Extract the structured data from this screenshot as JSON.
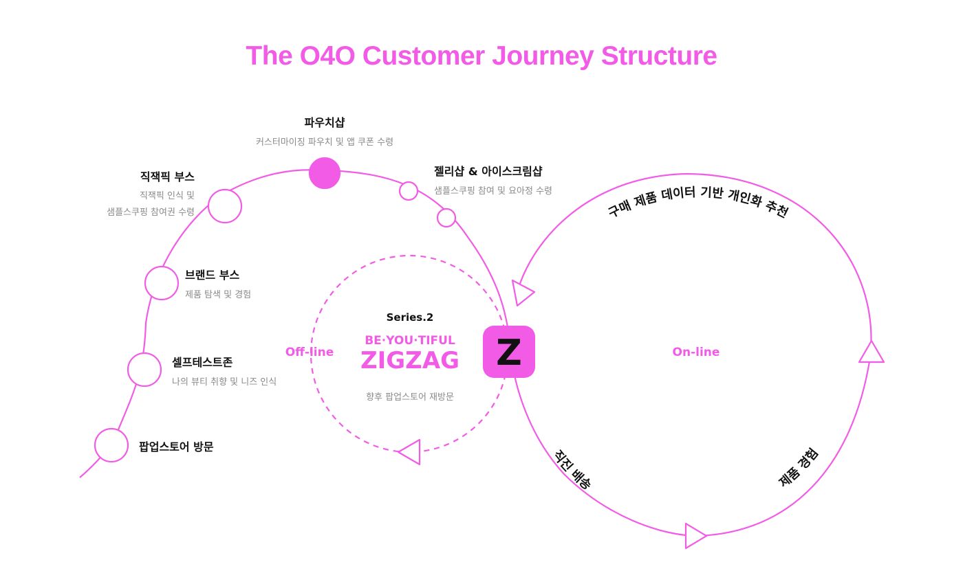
{
  "title": "The O4O Customer Journey Structure",
  "colors": {
    "accent": "#f25be6",
    "text": "#111111",
    "subtext": "#8a8a8a"
  },
  "nodes": {
    "popup_visit": {
      "title": "팝업스토어 방문"
    },
    "self_test": {
      "title": "셀프테스트존",
      "sub": "나의 뷰티 취향 및 니즈 인식"
    },
    "brand_booth": {
      "title": "브랜드 부스",
      "sub": "제품 탐색 및 경험"
    },
    "pick_booth": {
      "title": "직잭픽 부스",
      "sub_line1": "직잭픽 인식 및",
      "sub_line2": "샘플스쿠핑 참여권 수령"
    },
    "pouch_shop": {
      "title": "파우치샵",
      "sub": "커스터마이징 파우치 및 앱 쿠폰 수령"
    },
    "jelly_shop": {
      "title": "젤리샵 & 아이스크림샵",
      "sub": "샘플스쿠핑 참여 및 요아정 수령"
    }
  },
  "offline": {
    "label": "Off-line",
    "series": "Series.2",
    "logo_line1": "BE·YOU·TIFUL",
    "logo_line2": "ZIGZAG",
    "revisit": "향후 팝업스토어 재방문"
  },
  "center_icon": {
    "letter": "Z",
    "icon": "zigzag-app-icon"
  },
  "online": {
    "label": "On-line",
    "arc_top": "구매 제품 데이터 기반 개인화 추천",
    "arc_bottom_left": "직진 배송",
    "arc_bottom_right": "제품 경험"
  }
}
